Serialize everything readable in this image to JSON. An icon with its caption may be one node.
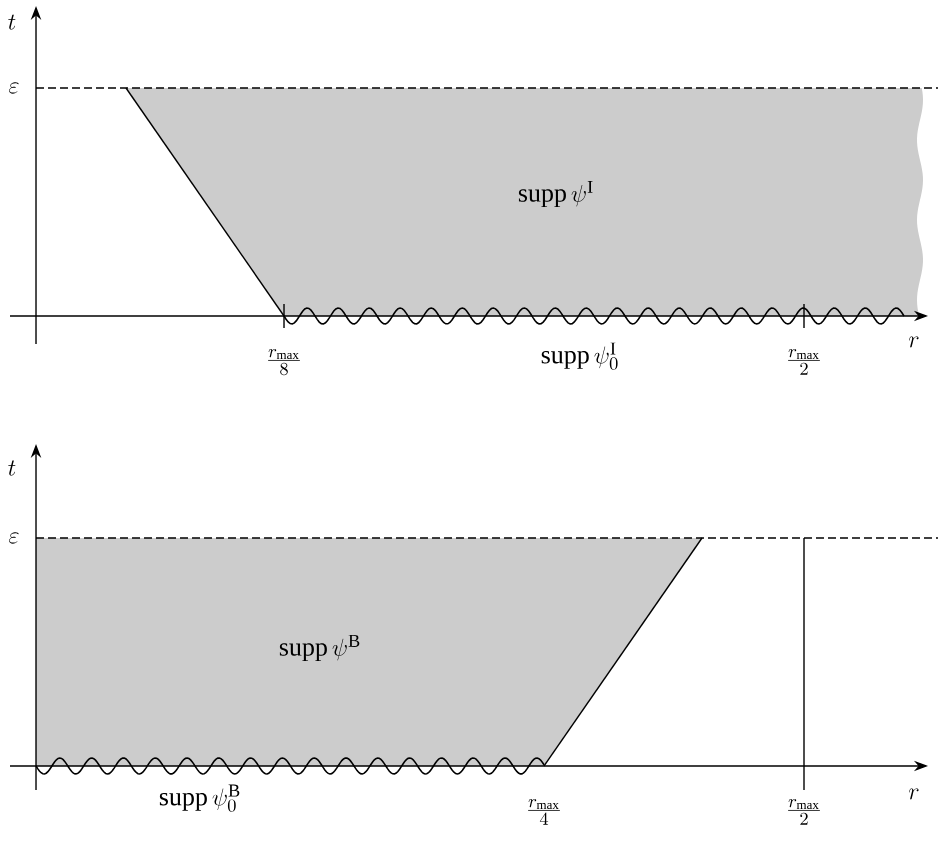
{
  "diagram": {
    "nodes": [
      {
        "text": [
          "\\mathrm{supp}\\,\\psi^{\\mathrm{I}}"
        ]
      },
      {
        "text": [
          "\\mathrm{supp}\\,\\psi^{\\mathrm{B}}"
        ]
      }
    ],
    "labels": [
      "t",
      "\\varepsilon",
      "\\frac{r_{\\max}}{8}",
      "\\mathrm{supp}\\,\\psi_0^{\\mathrm{I}}",
      "\\frac{r_{\\max}}{2}",
      "r",
      "t",
      "\\varepsilon",
      "\\mathrm{supp}\\,\\psi_0^{\\mathrm{B}}",
      "\\frac{r_{\\max}}{4}",
      "\\frac{r_{\\max}}{2}",
      "r"
    ]
  }
}
